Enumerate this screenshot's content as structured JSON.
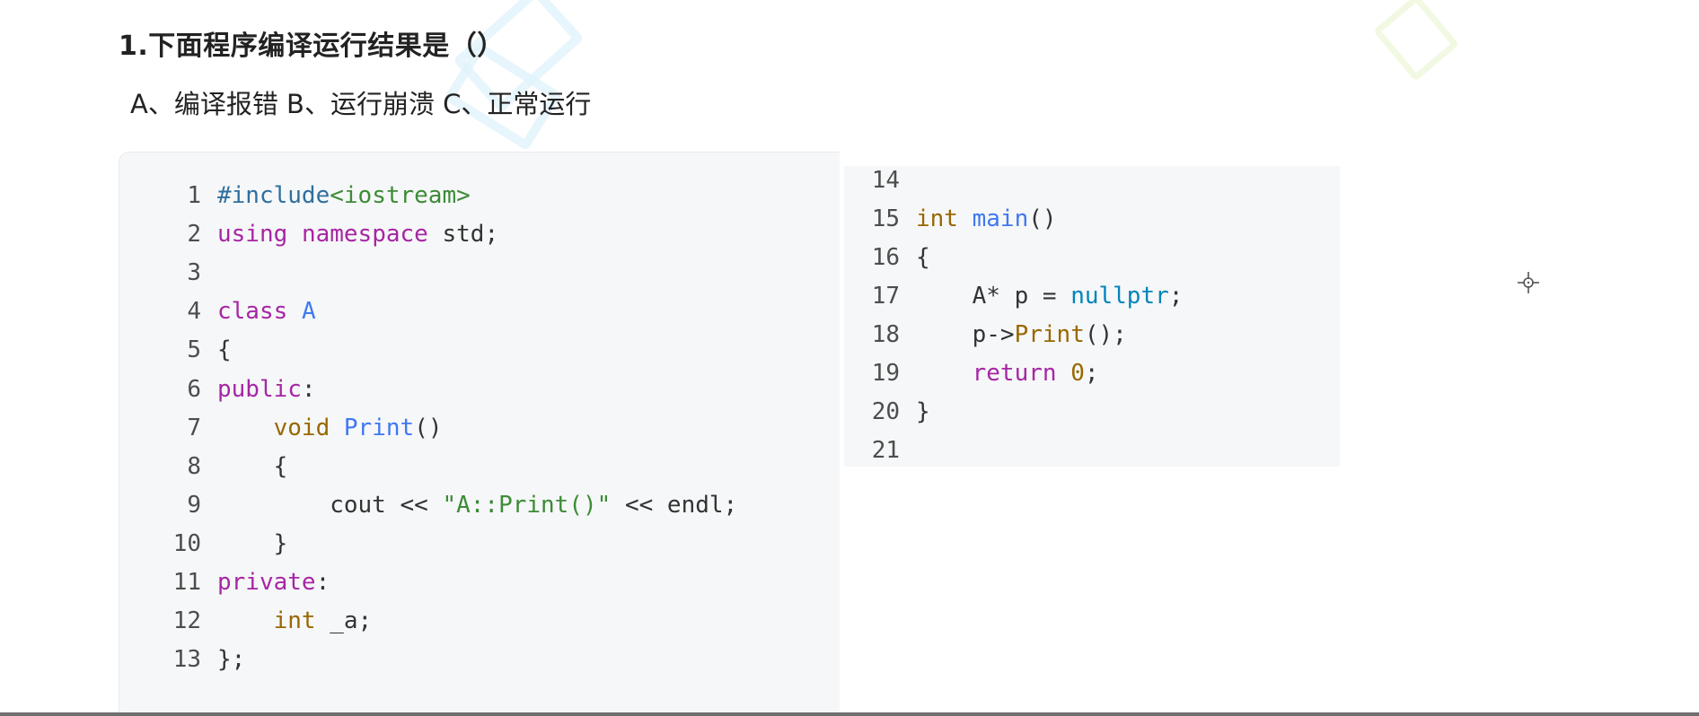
{
  "question": {
    "title": "1.下面程序编译运行结果是（）",
    "options": "A、编译报错  B、运行崩溃  C、正常运行"
  },
  "code_left": [
    {
      "no": "1",
      "tokens": [
        {
          "t": "#include",
          "c": "meta"
        },
        {
          "t": "<iostream>",
          "c": "str"
        }
      ]
    },
    {
      "no": "2",
      "tokens": [
        {
          "t": "using",
          "c": "kw"
        },
        {
          "t": " ",
          "c": "plain"
        },
        {
          "t": "namespace",
          "c": "kw"
        },
        {
          "t": " std;",
          "c": "plain"
        }
      ]
    },
    {
      "no": "3",
      "tokens": []
    },
    {
      "no": "4",
      "tokens": [
        {
          "t": "class",
          "c": "kw"
        },
        {
          "t": " ",
          "c": "plain"
        },
        {
          "t": "A",
          "c": "title"
        }
      ]
    },
    {
      "no": "5",
      "tokens": [
        {
          "t": "{",
          "c": "plain"
        }
      ]
    },
    {
      "no": "6",
      "tokens": [
        {
          "t": "public",
          "c": "kw"
        },
        {
          "t": ":",
          "c": "plain"
        }
      ]
    },
    {
      "no": "7",
      "tokens": [
        {
          "t": "    ",
          "c": "plain"
        },
        {
          "t": "void",
          "c": "type"
        },
        {
          "t": " ",
          "c": "plain"
        },
        {
          "t": "Print",
          "c": "title"
        },
        {
          "t": "()",
          "c": "plain"
        }
      ]
    },
    {
      "no": "8",
      "tokens": [
        {
          "t": "    {",
          "c": "plain"
        }
      ]
    },
    {
      "no": "9",
      "tokens": [
        {
          "t": "        cout << ",
          "c": "plain"
        },
        {
          "t": "\"A::Print()\"",
          "c": "str"
        },
        {
          "t": " << endl;",
          "c": "plain"
        }
      ]
    },
    {
      "no": "10",
      "tokens": [
        {
          "t": "    }",
          "c": "plain"
        }
      ]
    },
    {
      "no": "11",
      "tokens": [
        {
          "t": "private",
          "c": "kw"
        },
        {
          "t": ":",
          "c": "plain"
        }
      ]
    },
    {
      "no": "12",
      "tokens": [
        {
          "t": "    ",
          "c": "plain"
        },
        {
          "t": "int",
          "c": "type"
        },
        {
          "t": " _a;",
          "c": "plain"
        }
      ]
    },
    {
      "no": "13",
      "tokens": [
        {
          "t": "};",
          "c": "plain"
        }
      ]
    }
  ],
  "code_right": [
    {
      "no": "14",
      "tokens": []
    },
    {
      "no": "15",
      "tokens": [
        {
          "t": "int",
          "c": "type"
        },
        {
          "t": " ",
          "c": "plain"
        },
        {
          "t": "main",
          "c": "title"
        },
        {
          "t": "()",
          "c": "plain"
        }
      ]
    },
    {
      "no": "16",
      "tokens": [
        {
          "t": "{",
          "c": "plain"
        }
      ]
    },
    {
      "no": "17",
      "tokens": [
        {
          "t": "    A* p = ",
          "c": "plain"
        },
        {
          "t": "nullptr",
          "c": "builtin"
        },
        {
          "t": ";",
          "c": "plain"
        }
      ]
    },
    {
      "no": "18",
      "tokens": [
        {
          "t": "    p->",
          "c": "plain"
        },
        {
          "t": "Print",
          "c": "type"
        },
        {
          "t": "();",
          "c": "plain"
        }
      ]
    },
    {
      "no": "19",
      "tokens": [
        {
          "t": "    ",
          "c": "plain"
        },
        {
          "t": "return",
          "c": "kw"
        },
        {
          "t": " ",
          "c": "plain"
        },
        {
          "t": "0",
          "c": "num"
        },
        {
          "t": ";",
          "c": "plain"
        }
      ]
    },
    {
      "no": "20",
      "tokens": [
        {
          "t": "}",
          "c": "plain"
        }
      ]
    },
    {
      "no": "21",
      "tokens": []
    }
  ],
  "colors": {
    "meta": "#2f6f9f",
    "string": "#3d8b37",
    "keyword": "#a626a4",
    "type": "#986801",
    "function": "#4078f2",
    "builtin": "#0184bb",
    "panel_bg": "#f6f7f8"
  },
  "cursor_icon": "crosshair-icon"
}
